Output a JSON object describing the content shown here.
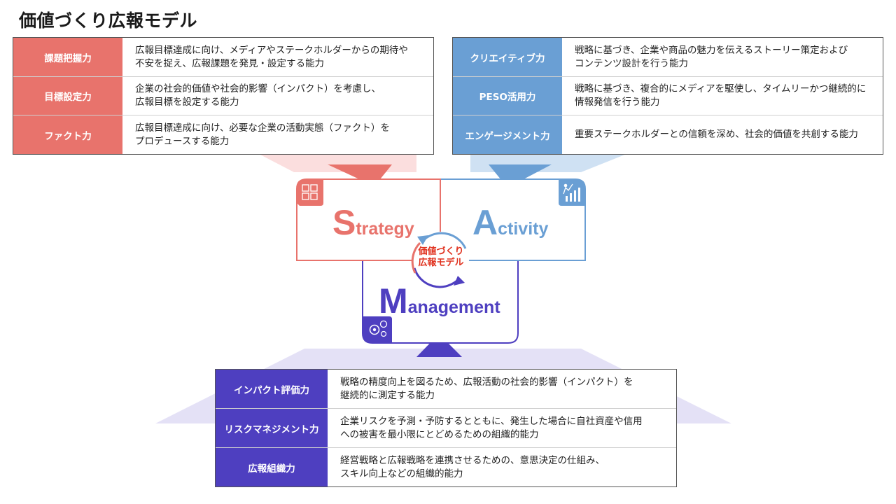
{
  "title": "価値づくり広報モデル",
  "strategy": {
    "color": "#e8736c",
    "rows": [
      {
        "label": "課題把握力",
        "desc_lines": [
          "広報目標達成に向け、メディアやステークホルダーからの期待や",
          "不安を捉え、広報課題を発見・設定する能力"
        ]
      },
      {
        "label": "目標設定力",
        "desc_lines": [
          "企業の社会的価値や社会的影響（インパクト）を考慮し、",
          "広報目標を設定する能力"
        ]
      },
      {
        "label": "ファクト力",
        "desc_lines": [
          "広報目標達成に向け、必要な企業の活動実態（ファクト）を",
          "プロデュースする能力"
        ]
      }
    ]
  },
  "activity": {
    "color": "#6a9fd4",
    "rows": [
      {
        "label": "クリエイティブ力",
        "desc_lines": [
          "戦略に基づき、企業や商品の魅力を伝えるストーリー策定および",
          "コンテンツ設計を行う能力"
        ]
      },
      {
        "label": "PESO活用力",
        "desc_lines": [
          "戦略に基づき、複合的にメディアを駆使し、タイムリーかつ継続的に",
          "情報発信を行う能力"
        ]
      },
      {
        "label": "エンゲージメント力",
        "desc_lines": [
          "重要ステークホルダーとの信頼を深め、社会的価値を共創する能力"
        ]
      }
    ]
  },
  "management": {
    "color": "#4e3fc0",
    "rows": [
      {
        "label": "インパクト評価力",
        "desc_lines": [
          "戦略の精度向上を図るため、広報活動の社会的影響（インパクト）を",
          "継続的に測定する能力"
        ]
      },
      {
        "label": "リスクマネジメント力",
        "desc_lines": [
          "企業リスクを予測・予防するとともに、発生した場合に自社資産や信用",
          "への被害を最小限にとどめるための組織的能力"
        ]
      },
      {
        "label": "広報組織力",
        "desc_lines": [
          "経営戦略と広報戦略を連携させるための、意思決定の仕組み、",
          "スキル向上などの組織的能力"
        ]
      }
    ]
  },
  "model": {
    "strategy": {
      "initial": "S",
      "rest": "trategy",
      "color": "#e8736c",
      "icon": "puzzle-icon"
    },
    "activity": {
      "initial": "A",
      "rest": "ctivity",
      "color": "#6a9fd4",
      "icon": "growth-chart-icon"
    },
    "management": {
      "initial": "M",
      "rest": "anagement",
      "color": "#4e3fc0",
      "icon": "gears-icon"
    },
    "center_lines": [
      "価値づくり",
      "広報モデル"
    ],
    "center_color": "#e0321f"
  }
}
